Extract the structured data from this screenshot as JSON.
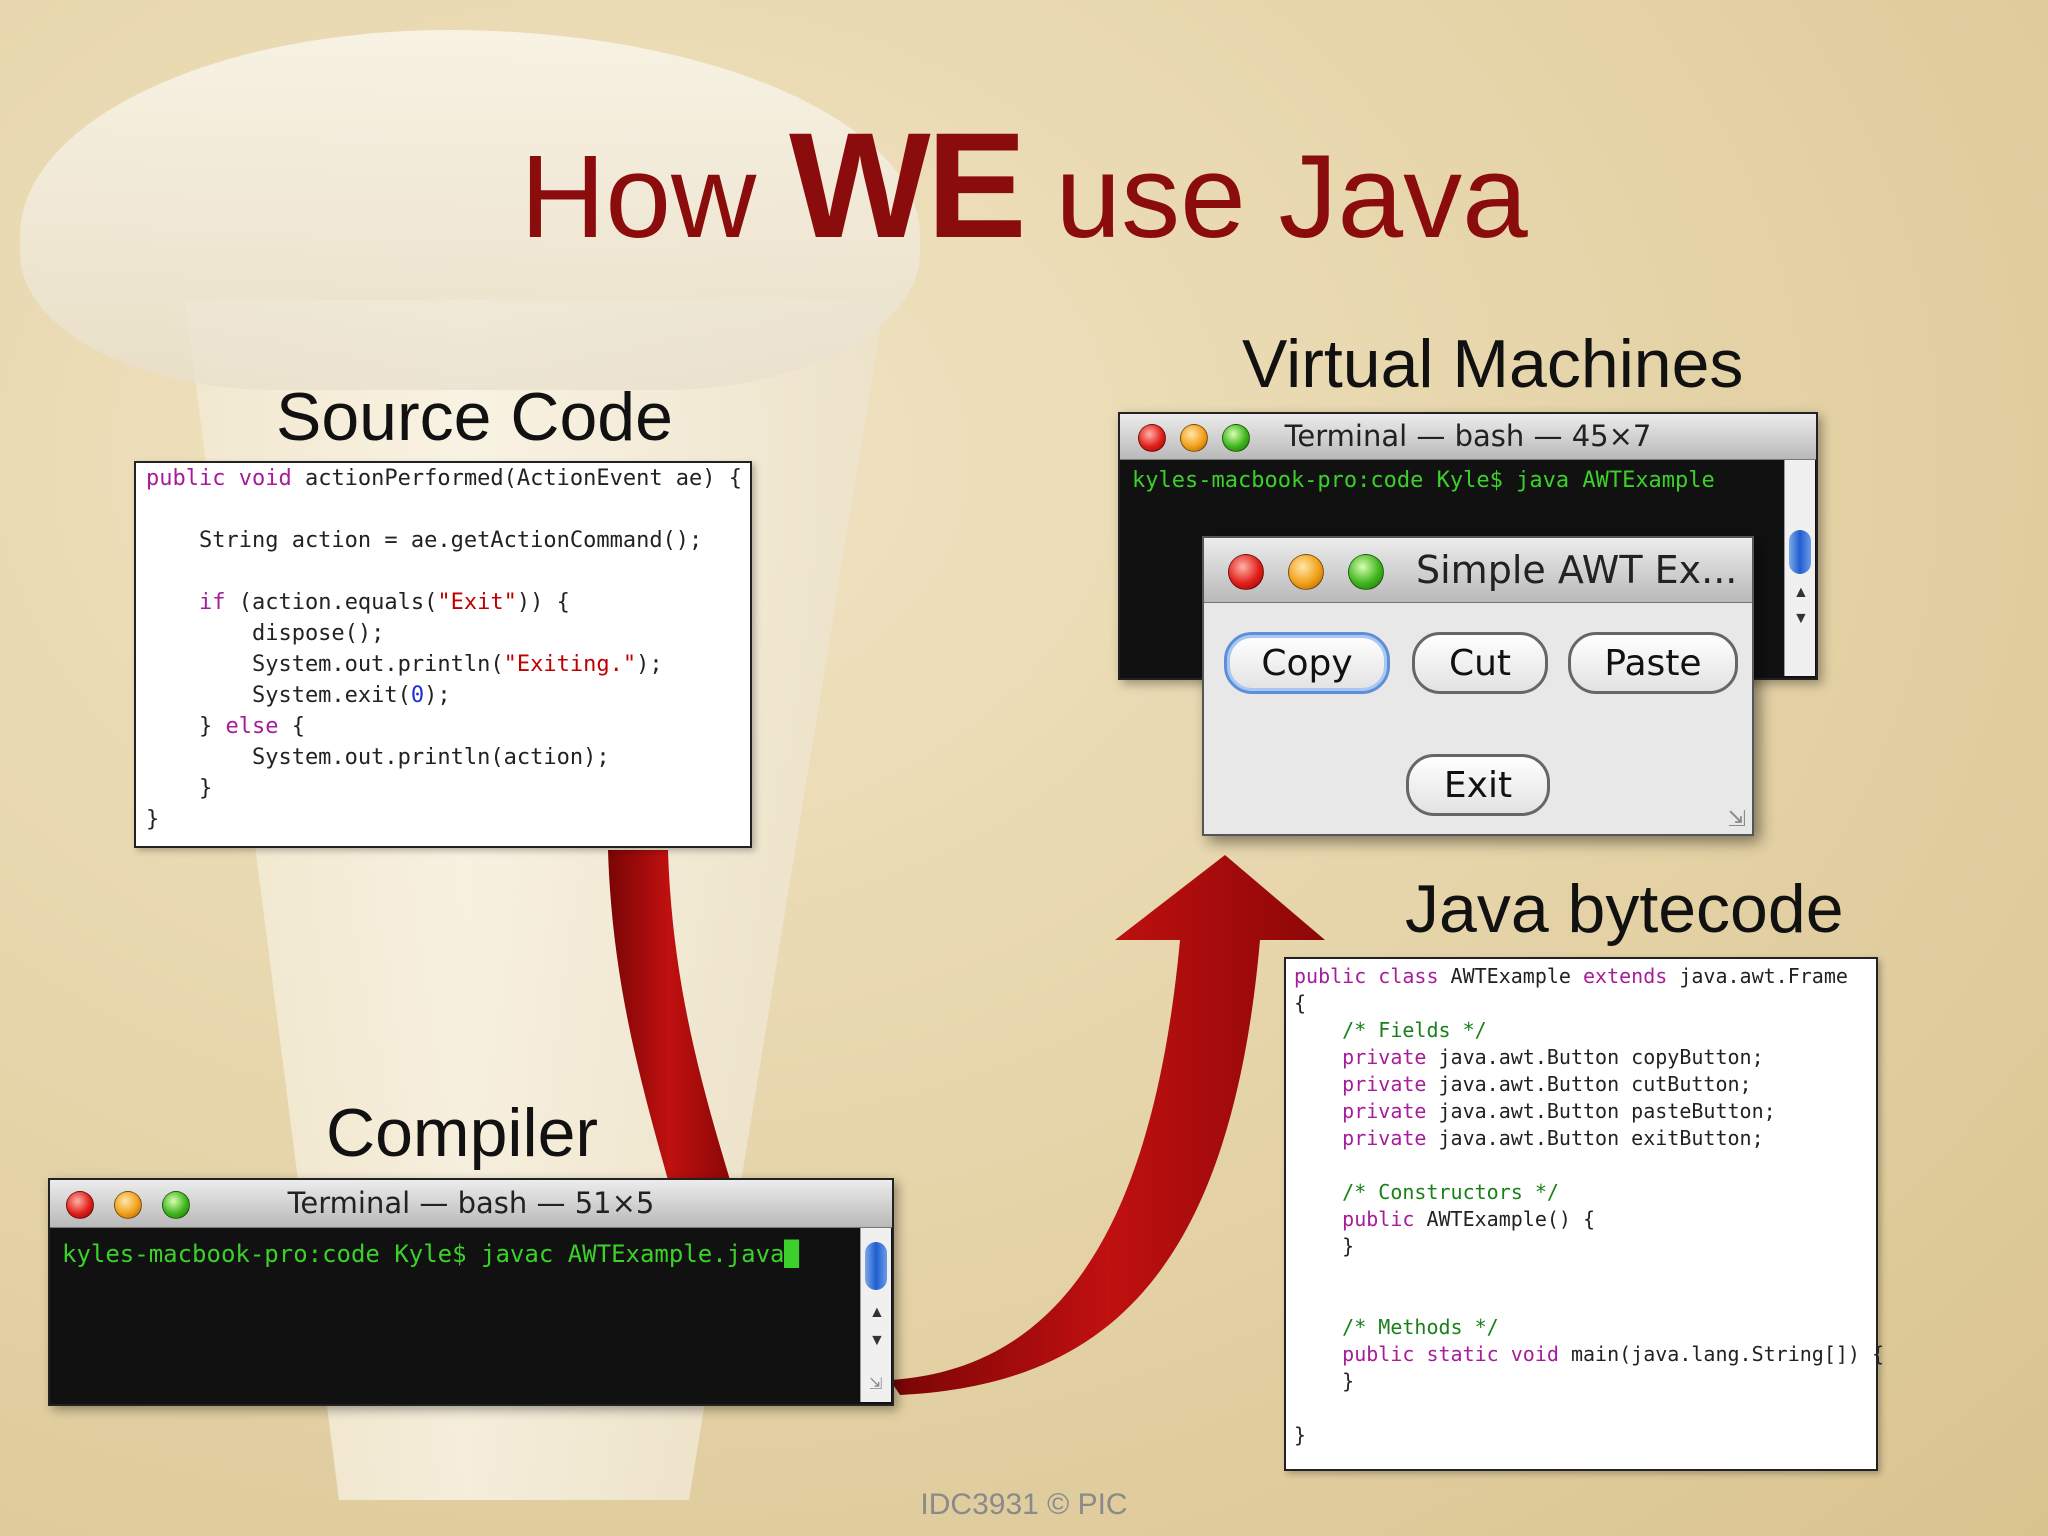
{
  "slide": {
    "title_prefix": "How",
    "title_emphasis": "WE",
    "title_suffix": "use Java",
    "footer": "IDC3931 © PIC"
  },
  "labels": {
    "source_code": "Source Code",
    "compiler": "Compiler",
    "virtual_machines": "Virtual Machines",
    "java_bytecode": "Java bytecode"
  },
  "source_code": {
    "l1_kw": "public void",
    "l1_rest": " actionPerformed(ActionEvent ae) {",
    "l2": "    String action = ae.getActionCommand();",
    "l3_pre": "    ",
    "l3_kw": "if",
    "l3_mid": " (action.equals(",
    "l3_str": "\"Exit\"",
    "l3_post": ")) {",
    "l4": "        dispose();",
    "l5_pre": "        System.out.println(",
    "l5_str": "\"Exiting.\"",
    "l5_post": ");",
    "l6_pre": "        System.exit(",
    "l6_num": "0",
    "l6_post": ");",
    "l7_pre": "    } ",
    "l7_kw": "else",
    "l7_post": " {",
    "l8": "        System.out.println(action);",
    "l9": "    }",
    "l10": "}"
  },
  "compiler_terminal": {
    "title": "Terminal — bash — 51×5",
    "command": "kyles-macbook-pro:code Kyle$ javac AWTExample.java"
  },
  "vm_terminal": {
    "title": "Terminal — bash — 45×7",
    "command": "kyles-macbook-pro:code Kyle$ java AWTExample"
  },
  "awt_window": {
    "title": "Simple AWT Ex...",
    "buttons": {
      "copy": "Copy",
      "cut": "Cut",
      "paste": "Paste",
      "exit": "Exit"
    }
  },
  "bytecode": {
    "l1_kw1": "public class",
    "l1_mid": " AWTExample ",
    "l1_kw2": "extends",
    "l1_post": " java.awt.Frame",
    "l2": "{",
    "l3": "    /* Fields */",
    "f_kw": "private",
    "f1": " java.awt.Button copyButton;",
    "f2": " java.awt.Button cutButton;",
    "f3": " java.awt.Button pasteButton;",
    "f4": " java.awt.Button exitButton;",
    "c_cmt": "    /* Constructors */",
    "c_kw": "public",
    "c_rest": " AWTExample() {",
    "c_close": "    }",
    "m_cmt": "    /* Methods */",
    "m_kw": "public static void",
    "m_rest": " main(java.lang.String[]) {",
    "m_close": "    }",
    "end": "}"
  },
  "colors": {
    "title": "#8b0c0c",
    "arrow": "#b30b0b",
    "terminal_text": "#3bd12a"
  },
  "icons": [
    "close-light-icon",
    "minimize-light-icon",
    "zoom-light-icon",
    "scroll-up-arrow-icon",
    "scroll-down-arrow-icon",
    "resize-grip-icon",
    "curved-arrow-icon"
  ]
}
